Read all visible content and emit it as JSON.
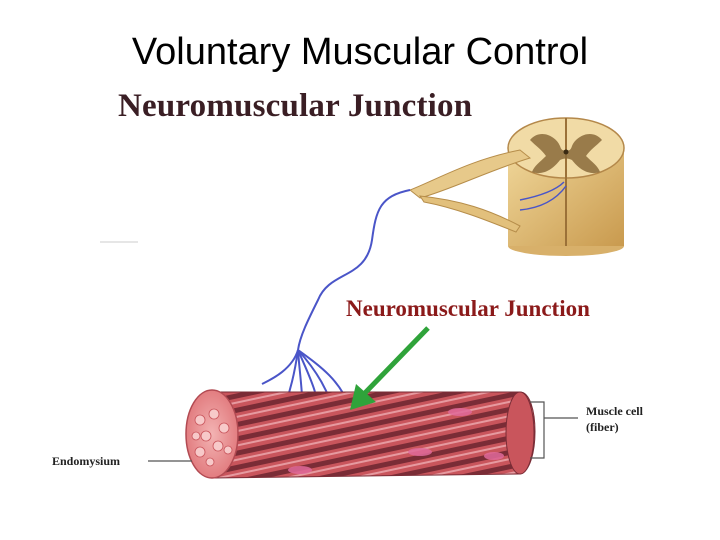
{
  "slide": {
    "title": "Voluntary Muscular Control"
  },
  "diagram": {
    "heading": "Neuromuscular Junction",
    "labels": {
      "junction": "Neuromuscular Junction",
      "muscle_cell_line1": "Muscle cell",
      "muscle_cell_line2": "(fiber)",
      "endomysium": "Endomysium"
    },
    "colors": {
      "heading": "#3a1e24",
      "junction_label": "#8b1a1a",
      "nerve": "#4a55c8",
      "arrow": "#2fa33a",
      "spinal_cord": "#d9b46a",
      "muscle": "#c2474f"
    }
  }
}
